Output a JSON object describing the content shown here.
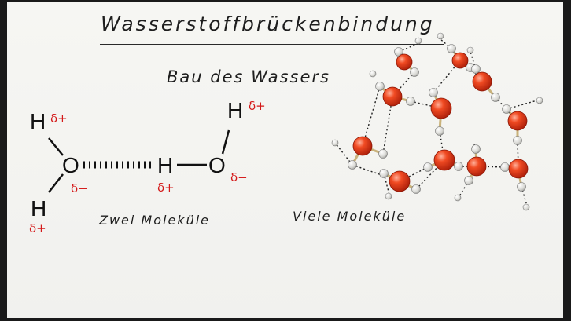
{
  "title": "Wasserstoffbrückenbindung",
  "subtitle": "Bau des Wassers",
  "left_molecules": {
    "caption": "Zwei Moleküle",
    "atoms": {
      "h1": "H",
      "o1": "O",
      "h2": "H",
      "h3": "H",
      "o2": "O",
      "h4": "H"
    },
    "charges": {
      "h1": "δ+",
      "o1": "δ−",
      "h2": "δ+",
      "h3": "δ+",
      "o2": "δ−",
      "h4": "δ+"
    }
  },
  "right_cluster": {
    "caption": "Viele Moleküle"
  },
  "colors": {
    "charge": "#d41919",
    "oxygen": "#e8401f",
    "hydrogen": "#d8d8d4",
    "ink": "#1e1e1e"
  }
}
